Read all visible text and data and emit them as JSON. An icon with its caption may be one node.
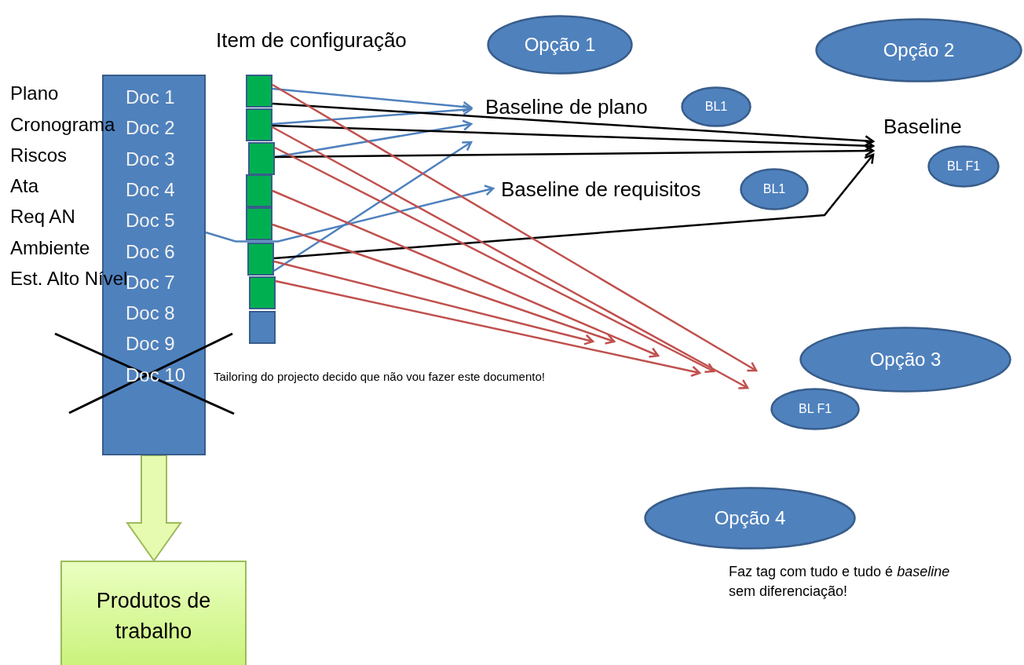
{
  "diagram": {
    "nodes": [
      {
        "text": [
          "Doc 1",
          "Doc 2",
          "Doc 3",
          "Doc 4",
          "Doc 5",
          "Doc 6",
          "Doc 7",
          "Doc 8",
          "Doc 9",
          "Doc 10"
        ]
      },
      {
        "text": [
          "Produtos de trabalho"
        ]
      },
      {
        "text": [],
        "shape": "box"
      },
      {
        "text": [],
        "shape": "box"
      },
      {
        "text": [],
        "shape": "box"
      },
      {
        "text": [],
        "shape": "box"
      },
      {
        "text": [],
        "shape": "box"
      },
      {
        "text": [],
        "shape": "box"
      },
      {
        "text": [],
        "shape": "box"
      },
      {
        "text": [],
        "shape": "box"
      },
      {
        "text": [
          "Baseline de plano"
        ]
      },
      {
        "text": [
          "Baseline de requisitos"
        ]
      },
      {
        "text": [
          "Baseline"
        ]
      },
      {
        "text": [
          "Opção 1"
        ]
      },
      {
        "text": [
          "Opção 2"
        ]
      },
      {
        "text": [
          "Opção 3"
        ]
      },
      {
        "text": [
          "Opção 4"
        ]
      },
      {
        "text": [
          "BL1"
        ]
      },
      {
        "text": [
          "BL1"
        ]
      },
      {
        "text": [
          "BL F1"
        ]
      },
      {
        "text": [
          "BL F1"
        ]
      }
    ],
    "edges": [
      {
        "from": 0,
        "to": 1,
        "arrow": "to",
        "style": "thick",
        "color": "#e6fbb0"
      },
      {
        "from": 2,
        "to": 10,
        "arrow": "to",
        "color": "#4f81bd"
      },
      {
        "from": 3,
        "to": 10,
        "arrow": "to",
        "color": "#4f81bd"
      },
      {
        "from": 4,
        "to": 10,
        "arrow": "to",
        "color": "#4f81bd"
      },
      {
        "from": 7,
        "to": 10,
        "arrow": "to",
        "color": "#4f81bd"
      },
      {
        "from": 0,
        "to": 11,
        "arrow": "to",
        "color": "#4f81bd"
      },
      {
        "from": 2,
        "to": 12,
        "arrow": "to",
        "color": "#000000"
      },
      {
        "from": 3,
        "to": 12,
        "arrow": "to",
        "color": "#000000"
      },
      {
        "from": 4,
        "to": 12,
        "arrow": "to",
        "color": "#000000"
      },
      {
        "from": 7,
        "to": 12,
        "arrow": "to",
        "color": "#000000"
      },
      {
        "from": 2,
        "to": null,
        "arrow": "to"
      },
      {
        "from": 3,
        "to": null,
        "arrow": "to"
      },
      {
        "from": 4,
        "to": null,
        "arrow": "to"
      },
      {
        "from": 5,
        "to": null,
        "arrow": "to"
      },
      {
        "from": 6,
        "to": null,
        "arrow": "to"
      },
      {
        "from": 7,
        "to": null,
        "arrow": "to"
      },
      {
        "from": 8,
        "to": null,
        "arrow": "to"
      }
    ],
    "labels": [
      "Item de configuração",
      "Plano",
      "Cronograma",
      "Riscos",
      "Ata",
      "Req AN",
      "Ambiente",
      "Est. Alto Nível",
      "Tailoring do projecto decido que não vou fazer este documento!",
      "Faz tag com tudo e tudo é *baseline* sem diferenciação!"
    ]
  }
}
